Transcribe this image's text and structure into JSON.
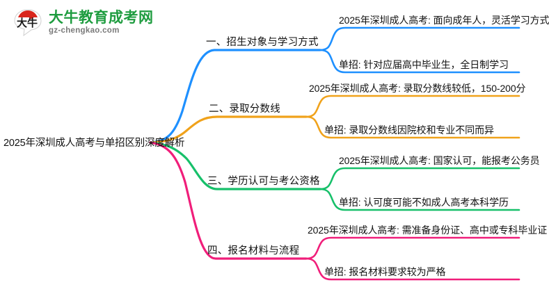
{
  "logo": {
    "mark_text": "大牛",
    "name_cn": "大牛教育成考网",
    "name_en": "gz-chengkao.com",
    "brand_green": "#1e9c3f",
    "brand_red": "#d9261c"
  },
  "mindmap": {
    "root": {
      "label": "2025年深圳成人高考与单招区别深度解析"
    },
    "branches": [
      {
        "label": "一、招生对象与学习方式",
        "color": "#1e90ff",
        "children": [
          {
            "label": "2025年深圳成人高考: 面向成年人，灵活学习方式"
          },
          {
            "label": "单招: 针对应届高中毕业生，全日制学习"
          }
        ]
      },
      {
        "label": "二、录取分数线",
        "color": "#f0a21b",
        "children": [
          {
            "label": "2025年深圳成人高考: 录取分数线较低，150-200分"
          },
          {
            "label": "单招: 录取分数线因院校和专业不同而异"
          }
        ]
      },
      {
        "label": "三、学历认可与考公资格",
        "color": "#17c06a",
        "children": [
          {
            "label": "2025年深圳成人高考: 国家认可，能报考公务员"
          },
          {
            "label": "单招: 认可度可能不如成人高考本科学历"
          }
        ]
      },
      {
        "label": "四、报名材料与流程",
        "color": "#f01e7a",
        "children": [
          {
            "label": "2025年深圳成人高考: 需准备身份证、高中或专科毕业证"
          },
          {
            "label": "单招: 报名材料要求较为严格"
          }
        ]
      }
    ]
  }
}
